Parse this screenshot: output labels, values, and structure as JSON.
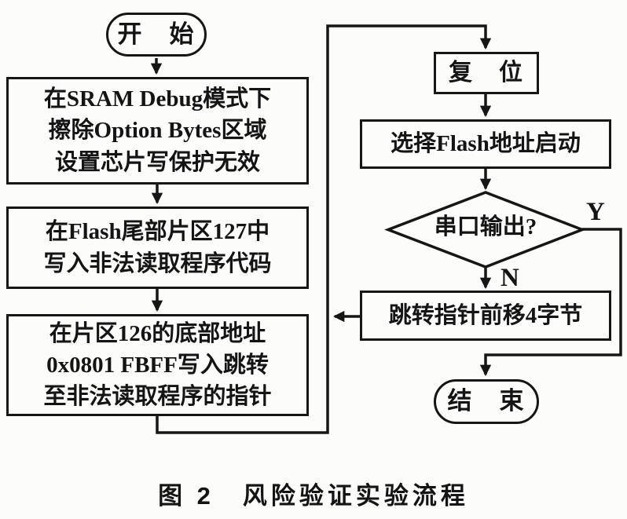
{
  "figure": {
    "caption": "图 2　风险验证实验流程"
  },
  "flowchart": {
    "start": "开　始",
    "step_erase_lines": [
      "在SRAM Debug模式下",
      "擦除Option Bytes区域",
      "设置芯片写保护无效"
    ],
    "step_write_code_lines": [
      "在Flash尾部片区127中",
      "写入非法读取程序代码"
    ],
    "step_write_pointer_lines": [
      "在片区126的底部地址",
      "0x0801 FBFF写入跳转",
      "至非法读取程序的指针"
    ],
    "reset": "复　位",
    "select_boot": "选择Flash地址启动",
    "decision_serial": "串口输出?",
    "advance_pointer": "跳转指针前移4字节",
    "end": "结　束",
    "label_yes": "Y",
    "label_no": "N"
  },
  "colors": {
    "ink": "#161616",
    "background": "#fcfcfb"
  }
}
